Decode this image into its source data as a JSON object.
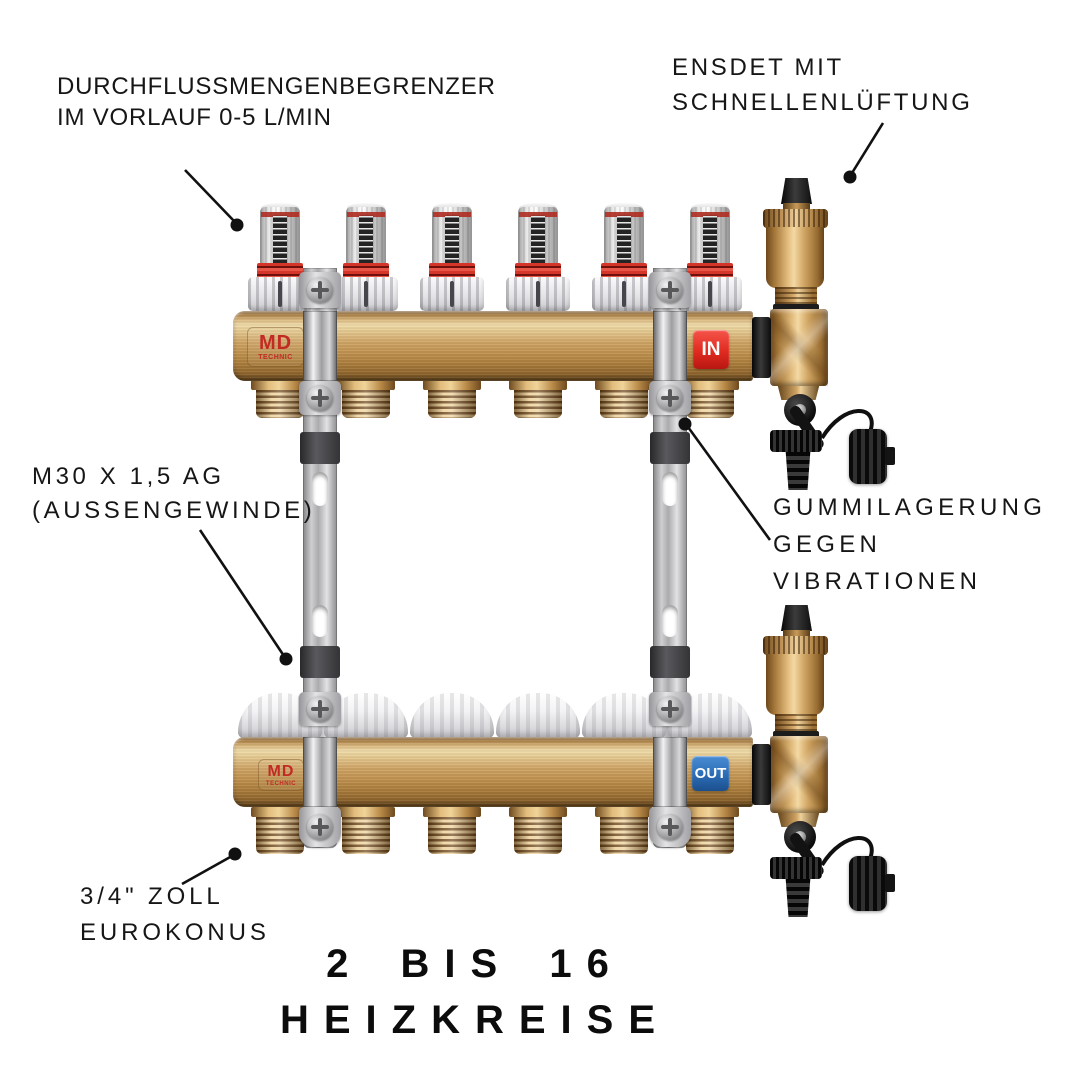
{
  "page": {
    "background": "#ffffff",
    "language": "de"
  },
  "annotations": {
    "flow_limiter": {
      "line1": "DURCHFLUSSMENGENBEGRENZER",
      "line2": "IM VORLAUF 0-5 L/MIN"
    },
    "quick_vent": {
      "line1": "ENSDET MIT",
      "line2": "SCHNELLENLÜFTUNG"
    },
    "valve_thread": {
      "line1": "M30 X 1,5 AG",
      "line2": "(AUSSENGEWINDE)"
    },
    "rubber_mount": {
      "line1": "GUMMILAGERUNG",
      "line2": "GEGEN",
      "line3": "VIBRATIONEN"
    },
    "outlet_size": {
      "line1": "3/4\" ZOLL",
      "line2": "EUROKONUS"
    },
    "heading": {
      "line1": "2 BIS 16",
      "line2": "HEIZKREISE"
    }
  },
  "product": {
    "brand": {
      "name": "MD",
      "subtitle": "TECHNIC"
    },
    "ports": {
      "inlet": "IN",
      "outlet": "OUT"
    },
    "circuits_shown": 6,
    "colors": {
      "brass": "#c49a5c",
      "steel": "#b9b9bc",
      "in_badge": "#e02b20",
      "out_badge": "#2a6cb5",
      "logo_red": "#c22b24",
      "annotation_text": "#161616"
    }
  }
}
